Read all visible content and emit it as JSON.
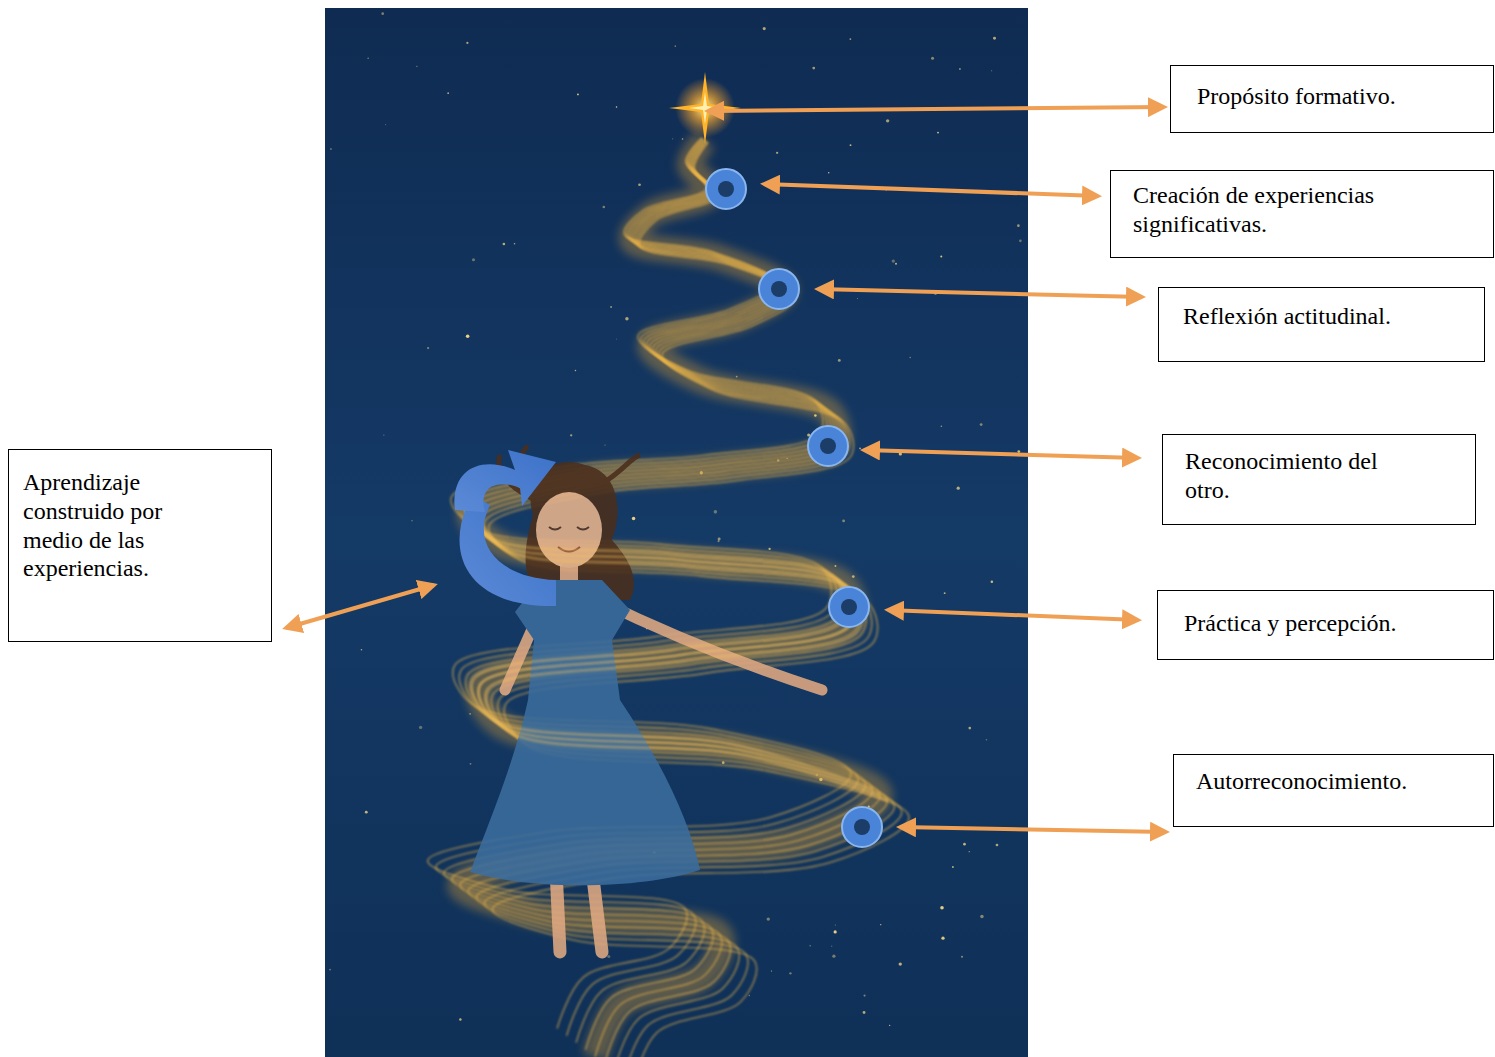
{
  "diagram": {
    "nodes": [
      {
        "text": [
          "Propósito formativo."
        ]
      },
      {
        "text": [
          "Creación de experiencias significativas."
        ]
      },
      {
        "text": [
          "Reflexión actitudinal."
        ]
      },
      {
        "text": [
          "Reconocimiento del otro."
        ]
      },
      {
        "text": [
          "Aprendizaje construido por medio de las experiencias."
        ]
      },
      {
        "text": [
          "Práctica y percepción."
        ]
      },
      {
        "text": [
          "Autorreconocimiento."
        ]
      }
    ]
  }
}
